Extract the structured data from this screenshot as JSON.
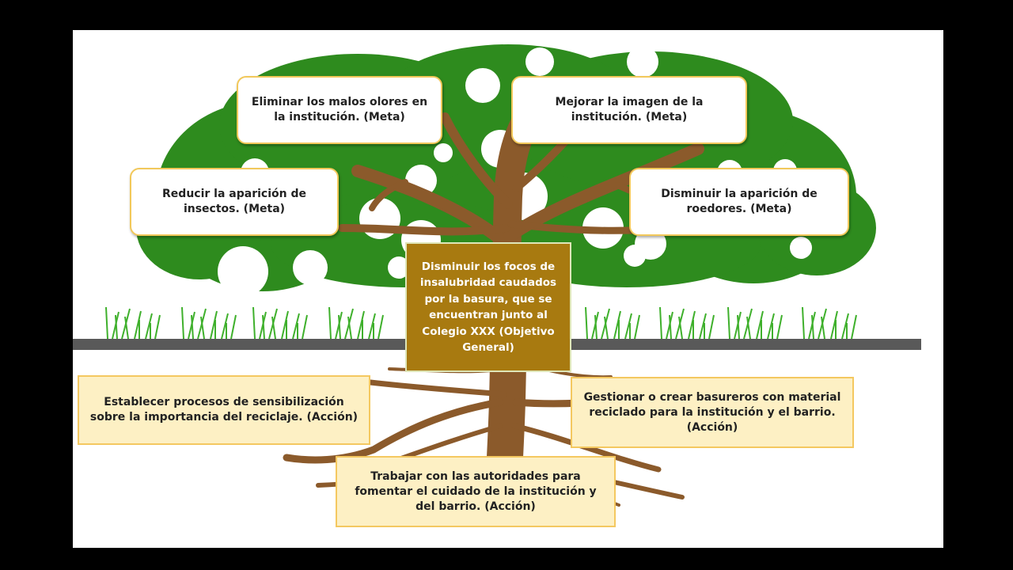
{
  "objetivo": {
    "text": "Disminuir los focos de insalubridad caudados por la basura, que se encuentran junto al Colegio XXX (Objetivo General)"
  },
  "metas": [
    {
      "text": "Eliminar los malos olores en la institución. (Meta)"
    },
    {
      "text": "Mejorar la imagen de la institución. (Meta)"
    },
    {
      "text": "Reducir la aparición de insectos. (Meta)"
    },
    {
      "text": "Disminuir la aparición de roedores. (Meta)"
    }
  ],
  "acciones": [
    {
      "text": "Establecer procesos de sensibilización sobre la importancia del reciclaje. (Acción)"
    },
    {
      "text": "Gestionar o crear basureros con material reciclado para la institución y el barrio. (Acción)"
    },
    {
      "text": "Trabajar con las autoridades para fomentar el cuidado de la institución y del barrio. (Acción)"
    }
  ],
  "colors": {
    "canopy": "#2e8b1e",
    "trunk": "#8b5a2b",
    "ground": "#595959",
    "objetivo_fill": "#a87a10",
    "meta_border": "#f2c85a",
    "accion_fill": "#fdf0c4"
  }
}
